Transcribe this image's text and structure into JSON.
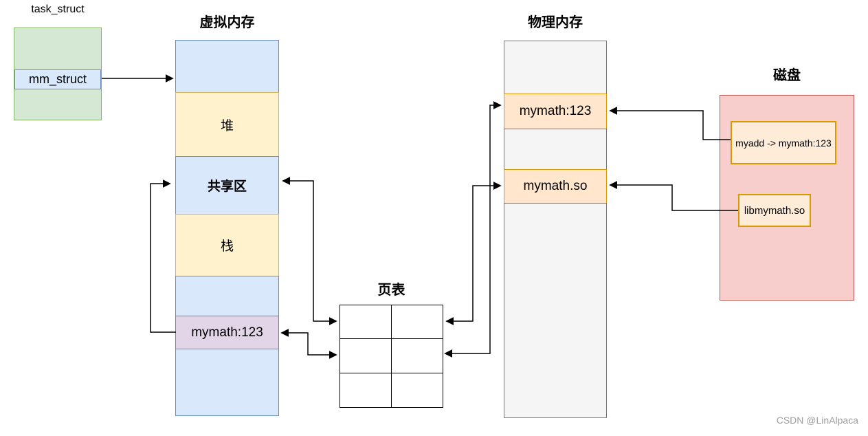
{
  "task_struct": {
    "title": "task_struct",
    "member": "mm_struct"
  },
  "virtual_memory": {
    "title": "虚拟内存",
    "sections": [
      {
        "label": ""
      },
      {
        "label": "堆"
      },
      {
        "label": "共享区"
      },
      {
        "label": "栈"
      },
      {
        "label": ""
      },
      {
        "label": "mymath:123"
      },
      {
        "label": ""
      }
    ]
  },
  "page_table": {
    "title": "页表",
    "rows": 3,
    "columns": 2
  },
  "physical_memory": {
    "title": "物理内存",
    "frames": [
      {
        "label": ""
      },
      {
        "label": "mymath:123"
      },
      {
        "label": ""
      },
      {
        "label": "mymath.so"
      },
      {
        "label": ""
      }
    ]
  },
  "disk": {
    "title": "磁盘",
    "files": [
      {
        "label": "myadd -> mymath:123"
      },
      {
        "label": "libmymath.so"
      }
    ]
  },
  "watermark": {
    "text": "CSDN @LinAlpaca"
  },
  "colors": {
    "green_fill": "#d5e8d4",
    "green_border": "#82b366",
    "blue_fill": "#dae8fc",
    "blue_border": "#6c8ebf",
    "yellow_fill": "#fff2cc",
    "yellow_border": "#d6b656",
    "purple_fill": "#e1d5e7",
    "purple_border": "#9673a6",
    "orange_fill": "#ffe6cc",
    "orange_border": "#d79b00",
    "disk_fill": "#f8cecc",
    "disk_border": "#b85450",
    "gray_fill": "#f5f5f5",
    "gray_border": "#777777",
    "arrow": "#000000"
  }
}
